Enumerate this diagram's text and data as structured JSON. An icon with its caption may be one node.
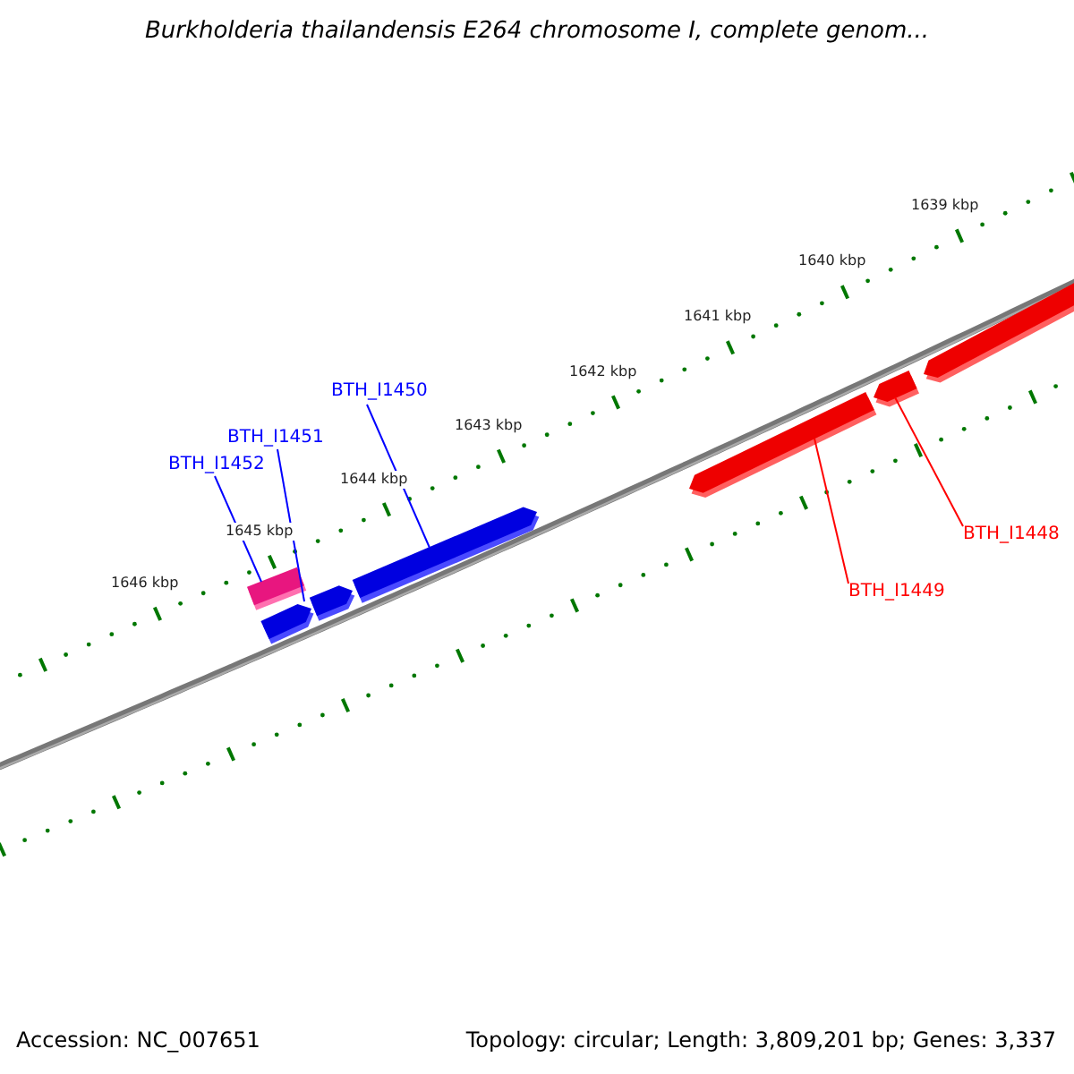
{
  "diagram": {
    "title": "Burkholderia thailandensis E264 chromosome I, complete genom...",
    "nodes": [
      {
        "text": [
          "BTH_I1450"
        ]
      },
      {
        "text": [
          "BTH_I1451"
        ]
      },
      {
        "text": [
          "BTH_I1452"
        ]
      },
      {
        "text": [
          "BTH_I1448"
        ]
      },
      {
        "text": [
          "BTH_I1449"
        ]
      },
      {
        "text": [],
        "shape": "box"
      },
      {
        "text": [],
        "shape": "arrow"
      },
      {
        "text": [],
        "shape": "arrow"
      },
      {
        "text": [],
        "shape": "arrow"
      },
      {
        "text": [],
        "shape": "arrow"
      },
      {
        "text": [],
        "shape": "arrow"
      },
      {
        "text": [],
        "shape": "arrow"
      }
    ],
    "edges": [
      {
        "from": 0,
        "to": 8,
        "arrow": "none"
      },
      {
        "from": 1,
        "to": 6,
        "arrow": "none"
      },
      {
        "from": 2,
        "to": 5,
        "arrow": "none"
      },
      {
        "from": 3,
        "to": 10,
        "arrow": "none",
        "color": "#ff0000"
      },
      {
        "from": 4,
        "to": 9,
        "arrow": "none",
        "color": "#ff0000"
      }
    ],
    "labels": [
      "1639 kbp",
      "1640 kbp",
      "1641 kbp",
      "1642 kbp",
      "1643 kbp",
      "1644 kbp",
      "1645 kbp",
      "1646 kbp",
      "Accession: NC_007651",
      "Topology: circular; Length: 3,809,201 bp; Genes: 3,337"
    ]
  }
}
